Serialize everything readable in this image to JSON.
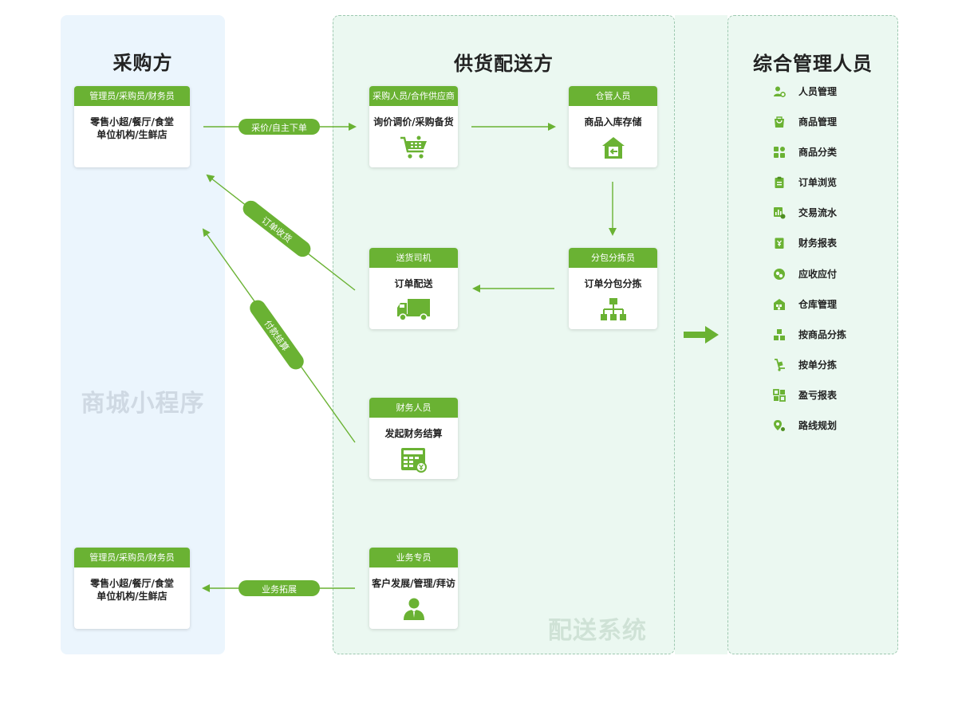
{
  "panels": {
    "buyer": {
      "title": "采购方",
      "watermark": "商城小程序"
    },
    "supply": {
      "title": "供货配送方",
      "watermark": "配送系统"
    },
    "admin": {
      "title": "综合管理人员"
    }
  },
  "cards": {
    "buyer_top": {
      "role": "管理员/采购员/财务员",
      "line1": "零售小超/餐厅/食堂",
      "line2": "单位机构/生鲜店"
    },
    "buyer_bottom": {
      "role": "管理员/采购员/财务员",
      "line1": "零售小超/餐厅/食堂",
      "line2": "单位机构/生鲜店"
    },
    "purchaser": {
      "role": "采购人员/合作供应商",
      "task": "询价调价/采购备货",
      "icon": "shopping-cart-icon"
    },
    "warehouse": {
      "role": "仓管人员",
      "task": "商品入库存储",
      "icon": "warehouse-icon"
    },
    "sorter": {
      "role": "分包分拣员",
      "task": "订单分包分拣",
      "icon": "hierarchy-icon"
    },
    "driver": {
      "role": "送货司机",
      "task": "订单配送",
      "icon": "truck-icon"
    },
    "finance": {
      "role": "财务人员",
      "task": "发起财务结算",
      "icon": "calculator-icon"
    },
    "sales": {
      "role": "业务专员",
      "task": "客户发展/管理/拜访",
      "icon": "businessman-icon"
    }
  },
  "connectors": {
    "order_purchase": "采价/自主下单",
    "order_receive": "订单收货",
    "payment_settle": "付款结算",
    "business_expand": "业务拓展"
  },
  "admin_items": [
    {
      "label": "人员管理",
      "icon": "user-settings-icon"
    },
    {
      "label": "商品管理",
      "icon": "shopping-bag-icon"
    },
    {
      "label": "商品分类",
      "icon": "category-grid-icon"
    },
    {
      "label": "订单浏览",
      "icon": "clipboard-icon"
    },
    {
      "label": "交易流水",
      "icon": "bar-chart-icon"
    },
    {
      "label": "财务报表",
      "icon": "finance-report-icon"
    },
    {
      "label": "应收应付",
      "icon": "coins-icon"
    },
    {
      "label": "仓库管理",
      "icon": "warehouse-small-icon"
    },
    {
      "label": "按商品分拣",
      "icon": "boxes-icon"
    },
    {
      "label": "按单分拣",
      "icon": "hand-truck-icon"
    },
    {
      "label": "盈亏报表",
      "icon": "report-grid-icon"
    },
    {
      "label": "路线规划",
      "icon": "route-pin-icon"
    }
  ],
  "colors": {
    "accent": "#6ab233",
    "buyer_bg": "#ebf5fd",
    "supply_bg": "#ebf8f1"
  }
}
